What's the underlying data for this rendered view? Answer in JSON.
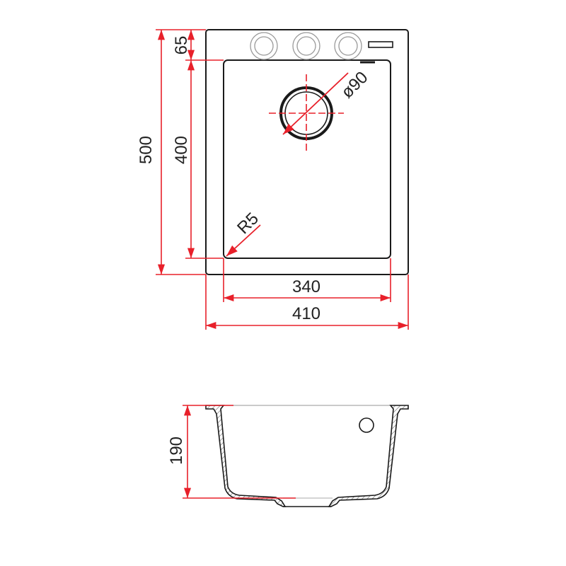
{
  "colors": {
    "dimension": "#e8202a",
    "outline": "#1a1a1a",
    "tap": "#999999",
    "background": "#ffffff"
  },
  "top_view": {
    "dimensions": {
      "overall_length": "500",
      "bowl_length": "400",
      "rim_depth": "65",
      "drain_diameter": "ø90",
      "corner_radius": "R5",
      "bowl_width": "340",
      "overall_width": "410"
    }
  },
  "section_view": {
    "dimensions": {
      "depth": "190"
    }
  }
}
